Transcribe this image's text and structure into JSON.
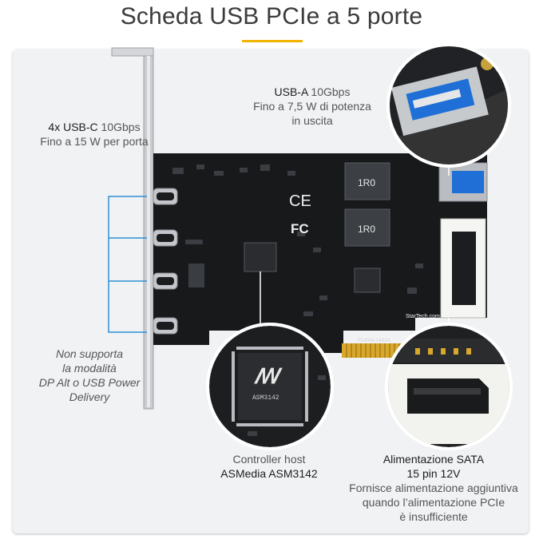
{
  "title": "Scheda USB PCIe a 5 porte",
  "accent_color": "#f2b300",
  "line_color": "#2f8fd6",
  "usb_c": {
    "label": "4x USB-C",
    "speed": " 10Gbps",
    "detail": "Fino a 15 W per porta"
  },
  "usb_a": {
    "label": "USB-A",
    "speed": " 10Gbps",
    "detail_1": "Fino a 7,5 W di potenza",
    "detail_2": "in uscita"
  },
  "note": {
    "line_1": "Non supporta",
    "line_2": "la modalità",
    "line_3": "DP Alt o USB Power",
    "line_4": "Delivery"
  },
  "controller": {
    "line_1": "Controller host",
    "line_2": "ASMedia ASM3142"
  },
  "sata": {
    "line_1": "Alimentazione SATA",
    "line_2": "15 pin 12V",
    "line_3": "Fornisce alimentazione aggiuntiva",
    "line_4": "quando l’alimentazione PCIe",
    "line_5": "è insufficiente"
  },
  "board_marks": {
    "inductor_1": "1R0",
    "inductor_2": "1R0",
    "ce": "CE",
    "fc": "FC",
    "brand": "StarTech.com",
    "part": "P14342-14X2A",
    "chip_logo": "ꟿ",
    "chip_code": "ASM3142"
  }
}
